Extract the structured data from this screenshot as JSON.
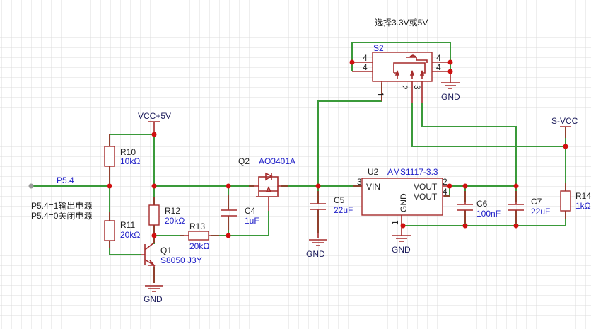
{
  "title": "选择3.3V或5V",
  "notes": [
    "P5.4=1输出电源",
    "P5.4=0关闭电源"
  ],
  "nets": {
    "p54": "P5.4",
    "vcc5": "VCC+5V",
    "svcc": "S-VCC",
    "gnd": "GND"
  },
  "components": {
    "r10": {
      "ref": "R10",
      "value": "10kΩ"
    },
    "r11": {
      "ref": "R11",
      "value": "20kΩ"
    },
    "r12": {
      "ref": "R12",
      "value": "20kΩ"
    },
    "r13": {
      "ref": "R13",
      "value": "20kΩ"
    },
    "r14": {
      "ref": "R14",
      "value": "1kΩ"
    },
    "c4": {
      "ref": "C4",
      "value": "1uF"
    },
    "c5": {
      "ref": "C5",
      "value": "22uF"
    },
    "c6": {
      "ref": "C6",
      "value": "100nF"
    },
    "c7": {
      "ref": "C7",
      "value": "22uF"
    },
    "q1": {
      "ref": "Q1",
      "value": "S8050 J3Y"
    },
    "q2": {
      "ref": "Q2",
      "value": "AO3401A"
    },
    "u2": {
      "ref": "U2",
      "value": "AMS1117-3.3",
      "pins": {
        "vin": "VIN",
        "vout1": "VOUT",
        "vout2": "VOUT",
        "gnd": "GND",
        "p1": "1",
        "p2": "2",
        "p3": "3",
        "p4": "4"
      }
    },
    "s2": {
      "ref": "S2",
      "pins": {
        "p1": "1",
        "p2": "2",
        "p3": "3",
        "p4": "4"
      }
    }
  },
  "colors": {
    "wire": "#3a9a3a",
    "part": "#a52a2a",
    "junction": "#d01010",
    "label": "#2020c8",
    "grid": "#dcdcdc"
  }
}
